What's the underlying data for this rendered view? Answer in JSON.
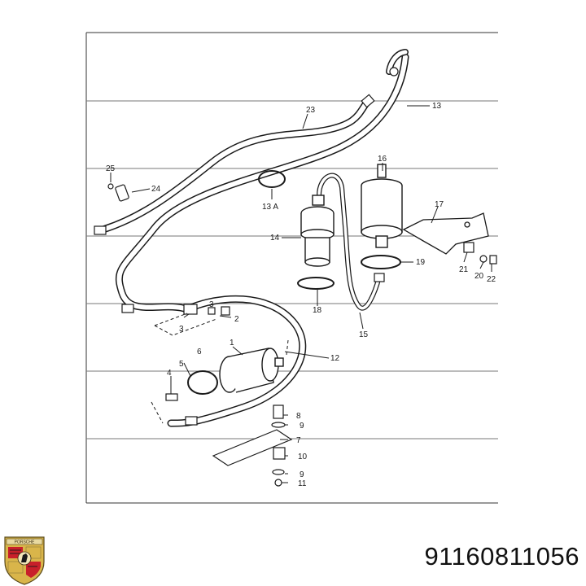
{
  "diagram": {
    "callouts": {
      "c1": "1",
      "c2": "2",
      "c3a": "3",
      "c3b": "3",
      "c4": "4",
      "c5": "5",
      "c6": "6",
      "c7": "7",
      "c8": "8",
      "c9a": "9",
      "c9b": "9",
      "c10": "10",
      "c11": "11",
      "c12": "12",
      "c13": "13",
      "c13a": "13 A",
      "c14": "14",
      "c15": "15",
      "c16": "16",
      "c17": "17",
      "c18": "18",
      "c19": "19",
      "c20": "20",
      "c21": "21",
      "c22": "22",
      "c23": "23",
      "c24": "24",
      "c25": "25"
    }
  },
  "footer": {
    "part_number": "91160811056",
    "brand_lettering": "PORSCHE"
  },
  "colors": {
    "ink": "#1a1a1a",
    "crest_red": "#c8202a",
    "crest_gold": "#d9b54a"
  }
}
